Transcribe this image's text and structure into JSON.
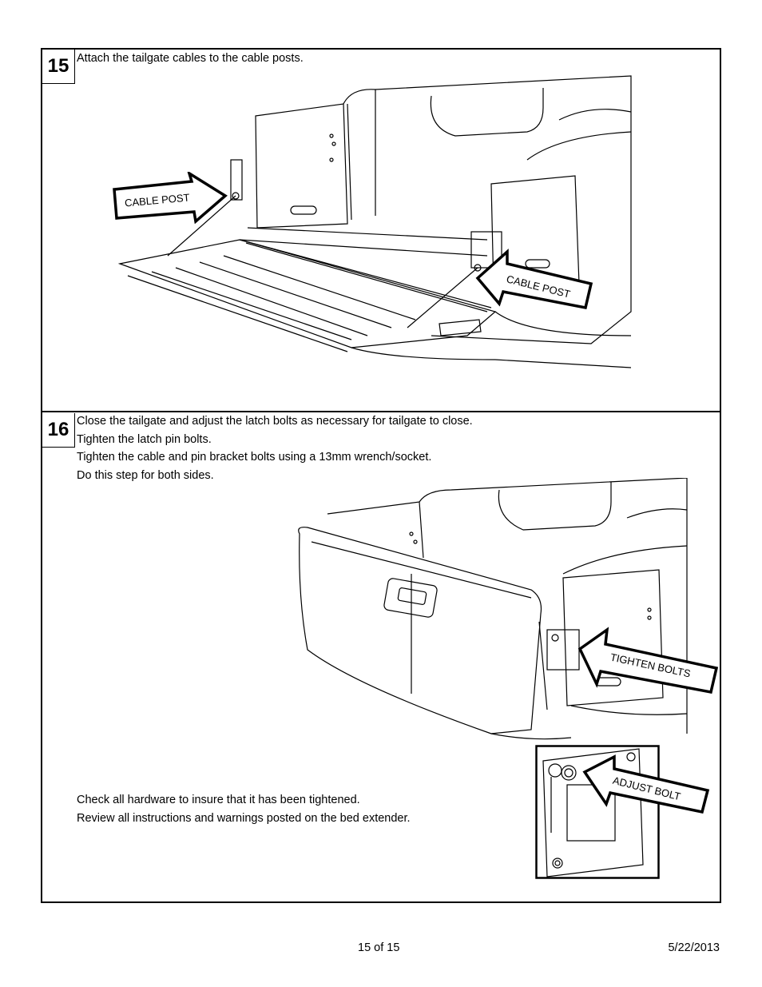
{
  "steps": [
    {
      "number": "15",
      "lines": [
        "Attach the tailgate cables to the cable posts."
      ],
      "callouts": [
        "CABLE POST",
        "CABLE POST"
      ]
    },
    {
      "number": "16",
      "lines": [
        "Close the tailgate and adjust the latch bolts as necessary for tailgate to close.",
        "Tighten the latch pin bolts.",
        "Tighten the cable and pin bracket bolts using a 13mm wrench/socket.",
        "Do this step for both sides."
      ],
      "callouts": [
        "TIGHTEN BOLTS",
        "ADJUST BOLT"
      ],
      "notes": [
        "Check all hardware to insure that it has been tightened.",
        "Review all instructions and warnings posted on the bed extender."
      ]
    }
  ],
  "footer": {
    "page": "15 of 15",
    "date": "5/22/2013"
  }
}
